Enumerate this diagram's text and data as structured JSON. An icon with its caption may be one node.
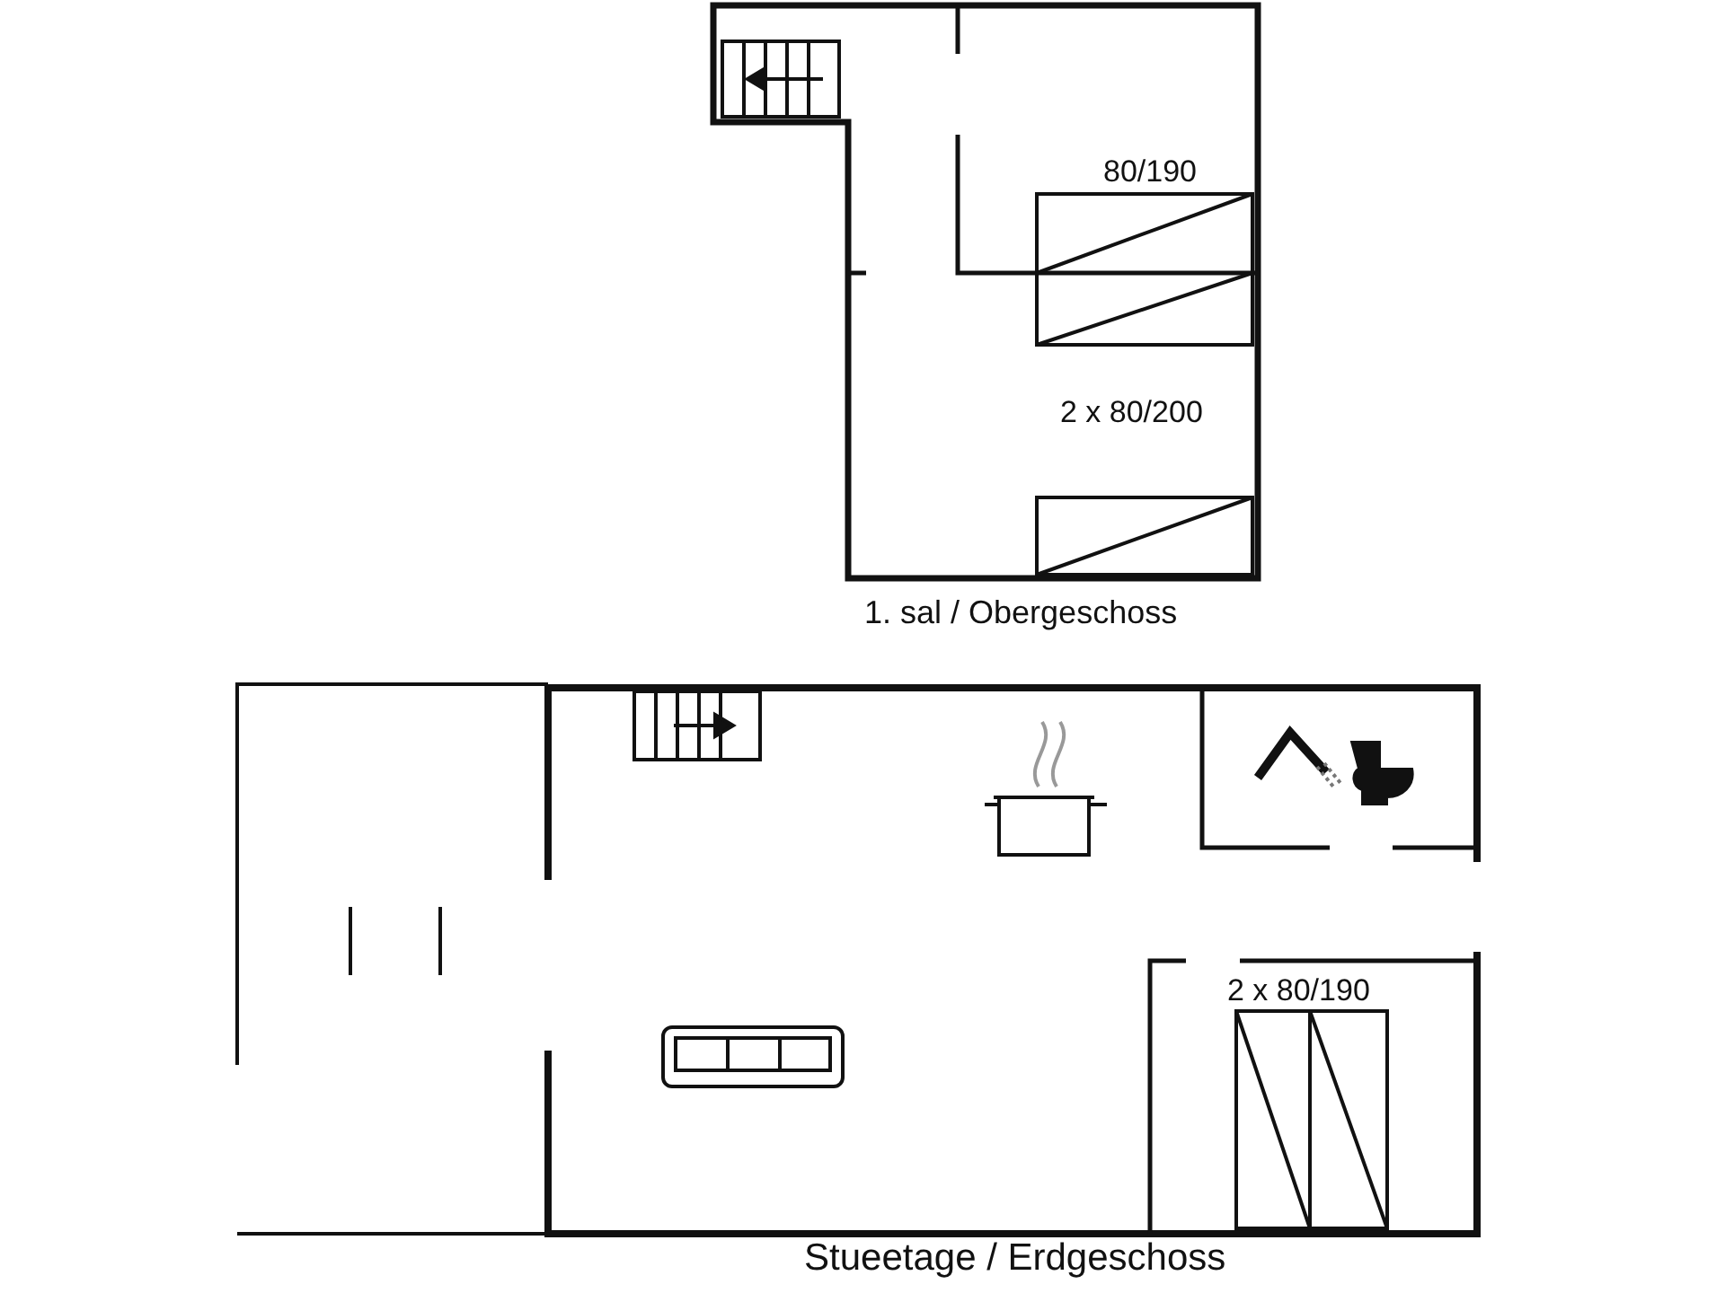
{
  "diagram": {
    "labels": [
      "80/190",
      "2 x 80/200",
      "1. sal / Obergeschoss",
      "2 x 80/190",
      "Stueetage / Erdgeschoss"
    ]
  }
}
